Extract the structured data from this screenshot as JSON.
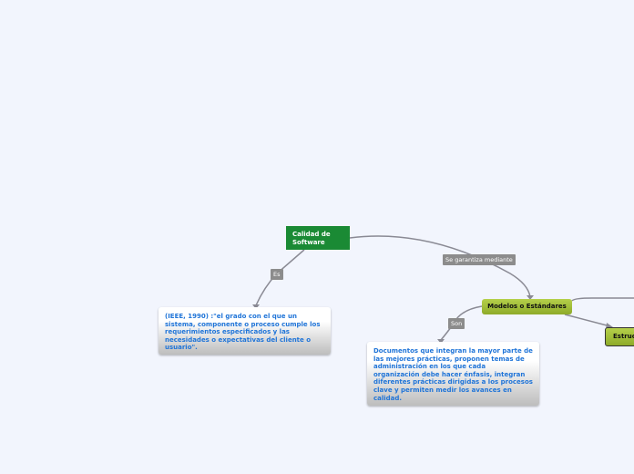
{
  "nodes": {
    "root": "Calidad de Software",
    "models": "Modelos o Estándares",
    "structure": "Estruc"
  },
  "notes": {
    "ieee": "(IEEE, 1990) :\"el grado con el que un sistema, componente o proceso cumple los requerimientos especificados y las necesidades o expectativas del cliente o usuario\".",
    "documents": "Documentos que integran la mayor parte de las mejores prácticas, proponen temas de administración en los que cada organización debe hacer énfasis, integran diferentes prácticas dirigidas a los procesos clave y permiten medir los avances en calidad."
  },
  "labels": {
    "es": "Es",
    "guarantee": "Se garantiza mediante",
    "son": "Son"
  },
  "colors": {
    "background": "#f2f5fd",
    "root": "#1a8a34",
    "models": "#9ab833",
    "note_text": "#1f74d8",
    "connector": "#8a8a94"
  }
}
